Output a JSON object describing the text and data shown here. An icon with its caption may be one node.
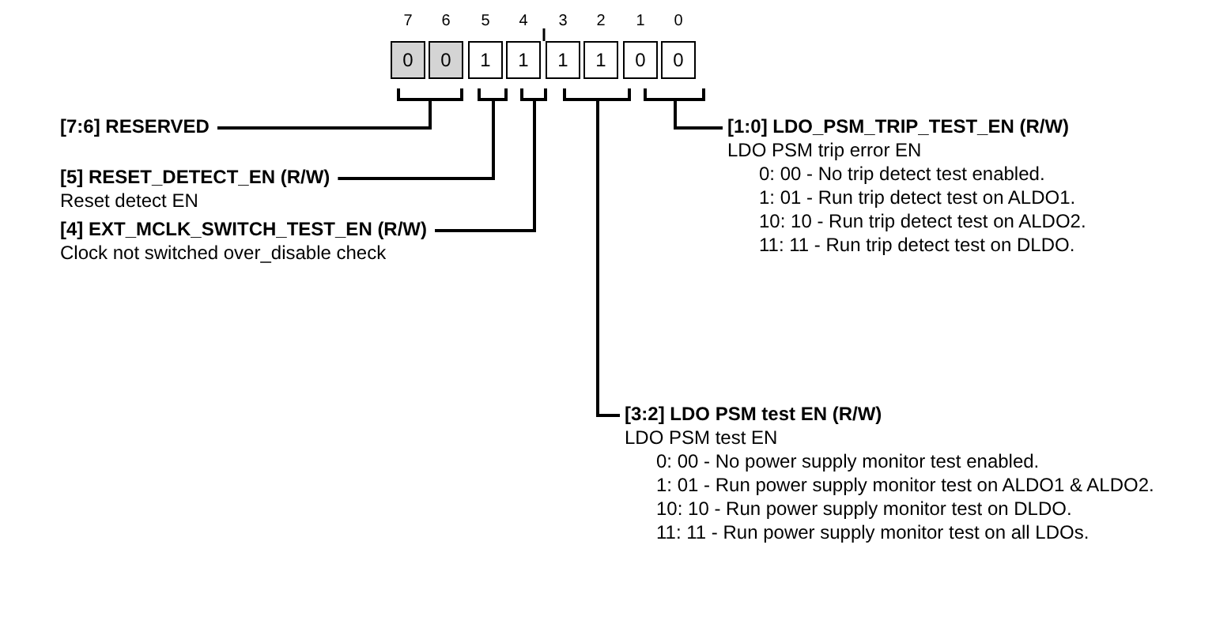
{
  "diagram": {
    "nodes": [
      {
        "text": [
          "0"
        ],
        "beside": [
          "7"
        ]
      },
      {
        "text": [
          "0"
        ],
        "beside": [
          "6"
        ]
      },
      {
        "text": [
          "1"
        ],
        "beside": [
          "5"
        ]
      },
      {
        "text": [
          "1"
        ],
        "beside": [
          "4"
        ]
      },
      {
        "text": [
          "1"
        ],
        "beside": [
          "3"
        ]
      },
      {
        "text": [
          "1"
        ],
        "beside": [
          "2"
        ]
      },
      {
        "text": [
          "0"
        ],
        "beside": [
          "1"
        ]
      },
      {
        "text": [
          "0"
        ],
        "beside": [
          "0"
        ]
      },
      {
        "text": [
          "[7:6] RESERVED"
        ]
      },
      {
        "text": [
          "[5] RESET_DETECT_EN (R/W)",
          "Reset detect EN"
        ]
      },
      {
        "text": [
          "[4] EXT_MCLK_SWITCH_TEST_EN (R/W)",
          "Clock not switched over_disable check"
        ]
      },
      {
        "text": [
          "[1:0] LDO_PSM_TRIP_TEST_EN (R/W)",
          "LDO PSM trip error EN",
          "0: 00 - No trip detect test enabled.",
          "1: 01 - Run trip detect test on ALDO1.",
          "10: 10 - Run trip detect test on ALDO2.",
          "11: 11 - Run trip detect test on DLDO."
        ]
      },
      {
        "text": [
          "[3:2] LDO PSM test EN (R/W)",
          "LDO PSM test EN",
          "0: 00 - No power supply monitor test enabled.",
          "1: 01 - Run power supply monitor test on ALDO1 & ALDO2.",
          "10: 10 - Run power supply monitor test on DLDO.",
          "11: 11 - Run power supply monitor test on all LDOs."
        ]
      }
    ],
    "edges": [
      {
        "from": 8,
        "to": null,
        "arrow": "none"
      },
      {
        "from": 9,
        "to": null,
        "arrow": "none"
      },
      {
        "from": 10,
        "to": null,
        "arrow": "none"
      },
      {
        "from": 11,
        "to": null,
        "arrow": "none"
      },
      {
        "from": 12,
        "to": null,
        "arrow": "none"
      }
    ]
  }
}
